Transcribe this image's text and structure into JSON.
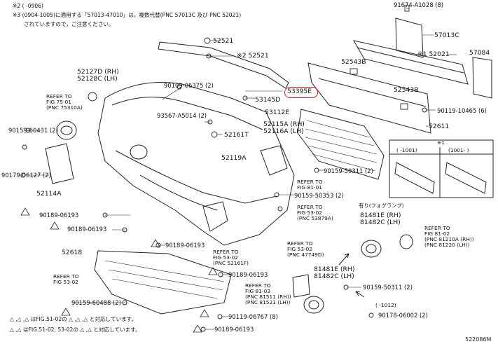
{
  "top_notes": {
    "line1": "※2 (   -0906)",
    "line2": "※3 (0904-1005)に適用する「57013-47010」は，複数代替(PNC 57013C 及び PNC 52021)",
    "line3": "されていますので，ご注意ください。"
  },
  "parts": {
    "p91674": "91674-A1028 (8)",
    "p57013C": "57013C",
    "p52521a": "52521",
    "p52521b": "※2 52521",
    "p57084": "57084",
    "p52021": "※1 52021",
    "p52543Ba": "52543B",
    "p52127D": "52127D (RH)",
    "p52128C": "52128C (LH)",
    "p90109": "90109-06375 (2)",
    "p53145D": "53145D",
    "p53395E": "53395E",
    "p52543Bb": "52543B",
    "p90119a": "90119-10465 (6)",
    "p93567": "93567-A5014 (2)",
    "p53112E": "53112E",
    "p52161T": "52161T",
    "p52115A": "52115A (RH)",
    "p52116A": "52116A (LH)",
    "p52611": "52611",
    "p90159a": "90159-60431 (2)",
    "p52119A": "52119A",
    "p90179": "90179-06127 (2)",
    "p90159b": "90159-50311 (2)",
    "p90159c": "90159-50353 (2)",
    "p52114A": "52114A",
    "p90189a": "90189-06193",
    "p90189b": "90189-06193",
    "p90189c": "90189-06193",
    "p90189d": "90189-06193",
    "p52618": "52618",
    "p81481E": "81481E (RH)",
    "p81482C": "81482C (LH)",
    "p81481Eb": "81481E (RH)",
    "p81482Cb": "81482C (LH)",
    "p90159d": "90159-60488 (2)",
    "p90159e": "90159-50311 (2)",
    "p90119b": "90119-06767 (8)",
    "p90189e": "90189-06193",
    "p90178": "90178-06002 (2)"
  },
  "refs": {
    "r1a": "REFER TO",
    "r1b": "FIG 75-01",
    "r1c": "(PNC 75310A)",
    "r2a": "REFER TO",
    "r2b": "FIG 81-01",
    "r3a": "REFER TO",
    "r3b": "FIG 53-02",
    "r3c": "(PNC 53879A)",
    "r4a": "REFER TO",
    "r4b": "FIG 53-02",
    "r4c": "(PNC 47749D)",
    "r5a": "REFER TO",
    "r5b": "FIG 53-02",
    "r5c": "(PNC 52161F)",
    "r6a": "REFER TO",
    "r6b": "FIG 53-02",
    "r7a": "REFER TO",
    "r7b": "FIG 81-02",
    "r7c": "(PNC 81210A (RH))",
    "r7d": "(PNC 81220 (LH))",
    "r8a": "REFER TO",
    "r8b": "FIG 81-03",
    "r8c": "(PNC 81511 (RH))",
    "r8d": "(PNC 81521 (LH))"
  },
  "inset": {
    "label": "※1",
    "left": "(     -1001)",
    "right": "(1001-     )"
  },
  "labels": {
    "fog": "有り(フォグランプ)",
    "range1012": "(     -1012)"
  },
  "bottom_notes": {
    "line1": "△ ,△ ,△ はFIG.51-02の △ ,△ ,△ と対応しています。",
    "line2": "△ ,△ はFIG.51-02, 53-02の △ ,△ と対応しています。"
  },
  "diagram_code": "522086M"
}
